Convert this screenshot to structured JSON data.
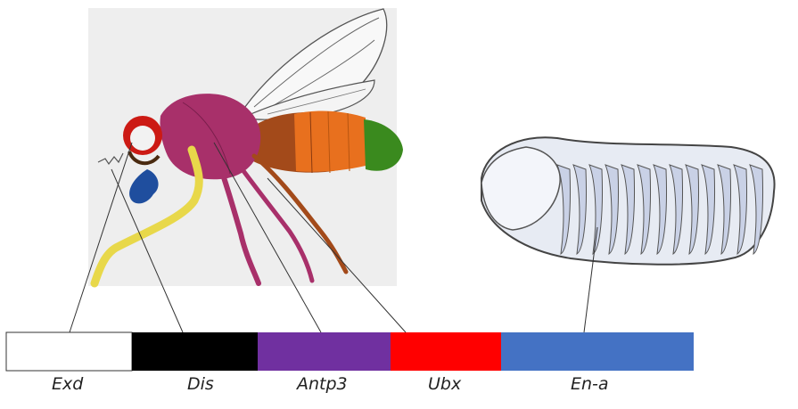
{
  "colors": {
    "background": "#ffffff",
    "fly_panel_bg": "#eeeeee",
    "connector_line": "#333333",
    "eye": "#cc1a14",
    "antenna": "#1f4e9e",
    "leg": "#e8d84a",
    "thorax": "#a8306a",
    "abdomen_brown": "#a34a1a",
    "abdomen_orange": "#e8701e",
    "abdomen_green": "#3a8a1e",
    "wing": "#f7f7f7",
    "embryo": "#e7ebf3",
    "embryo_shadow": "#9aa6c8"
  },
  "segments": [
    {
      "name": "Exd",
      "color": "#ffffff"
    },
    {
      "name": "Dis",
      "color": "#000000"
    },
    {
      "name": "Antp3",
      "color": "#7030a0"
    },
    {
      "name": "Ubx",
      "color": "#ff0000"
    },
    {
      "name": "En-a",
      "color": "#4472c4"
    }
  ]
}
